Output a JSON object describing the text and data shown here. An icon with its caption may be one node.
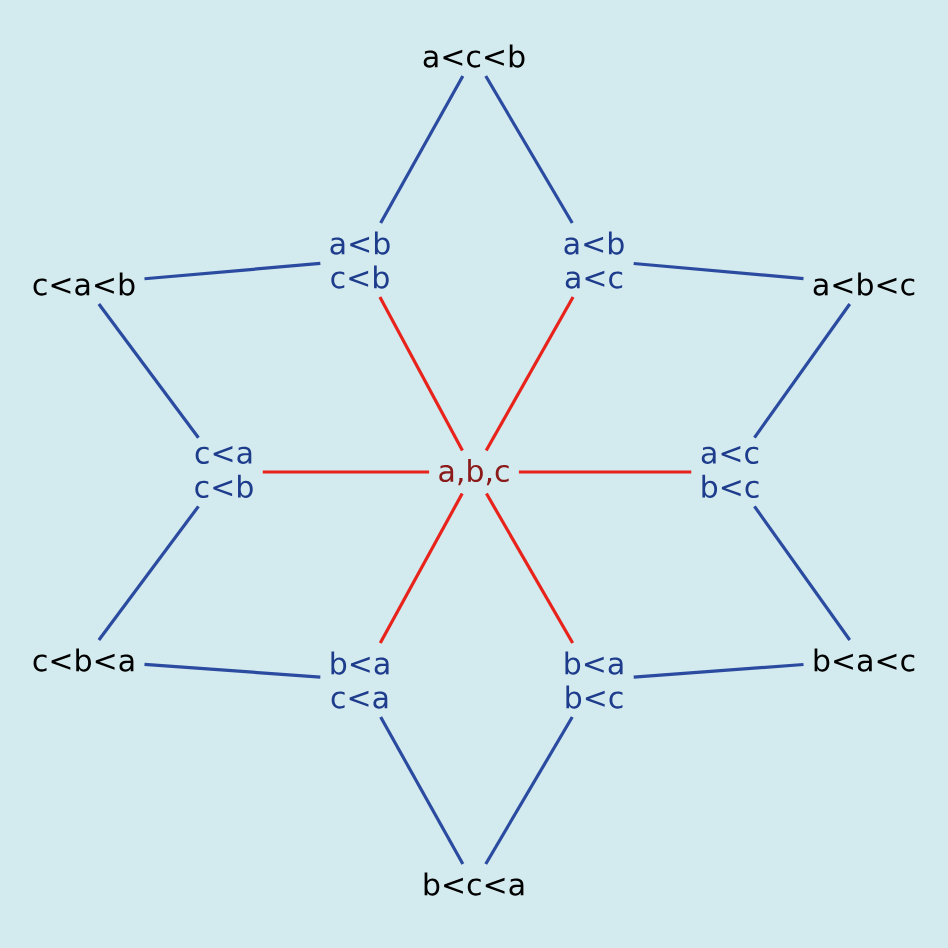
{
  "diagram": {
    "nodes": [
      {
        "text": [
          "a,b,c"
        ]
      },
      {
        "text": [
          "a<b",
          "c<b"
        ]
      },
      {
        "text": [
          "a<b",
          "a<c"
        ]
      },
      {
        "text": [
          "c<a",
          "c<b"
        ]
      },
      {
        "text": [
          "a<c",
          "b<c"
        ]
      },
      {
        "text": [
          "b<a",
          "c<a"
        ]
      },
      {
        "text": [
          "b<a",
          "b<c"
        ]
      },
      {
        "text": [
          "a<c<b"
        ]
      },
      {
        "text": [
          "c<a<b"
        ]
      },
      {
        "text": [
          "a<b<c"
        ]
      },
      {
        "text": [
          "c<b<a"
        ]
      },
      {
        "text": [
          "b<a<c"
        ]
      },
      {
        "text": [
          "b<c<a"
        ]
      }
    ],
    "edges": [
      {
        "from": 0,
        "to": 1,
        "arrow": "none",
        "color": "#e8231c"
      },
      {
        "from": 0,
        "to": 2,
        "arrow": "none",
        "color": "#e8231c"
      },
      {
        "from": 0,
        "to": 3,
        "arrow": "none",
        "color": "#e8231c"
      },
      {
        "from": 0,
        "to": 4,
        "arrow": "none",
        "color": "#e8231c"
      },
      {
        "from": 0,
        "to": 5,
        "arrow": "none",
        "color": "#e8231c"
      },
      {
        "from": 0,
        "to": 6,
        "arrow": "none",
        "color": "#e8231c"
      },
      {
        "from": 7,
        "to": 1,
        "arrow": "none"
      },
      {
        "from": 7,
        "to": 2,
        "arrow": "none"
      },
      {
        "from": 8,
        "to": 1,
        "arrow": "none"
      },
      {
        "from": 8,
        "to": 3,
        "arrow": "none"
      },
      {
        "from": 9,
        "to": 2,
        "arrow": "none"
      },
      {
        "from": 9,
        "to": 4,
        "arrow": "none"
      },
      {
        "from": 10,
        "to": 3,
        "arrow": "none"
      },
      {
        "from": 10,
        "to": 5,
        "arrow": "none"
      },
      {
        "from": 11,
        "to": 4,
        "arrow": "none"
      },
      {
        "from": 11,
        "to": 6,
        "arrow": "none"
      },
      {
        "from": 12,
        "to": 5,
        "arrow": "none"
      },
      {
        "from": 12,
        "to": 6,
        "arrow": "none"
      }
    ]
  }
}
